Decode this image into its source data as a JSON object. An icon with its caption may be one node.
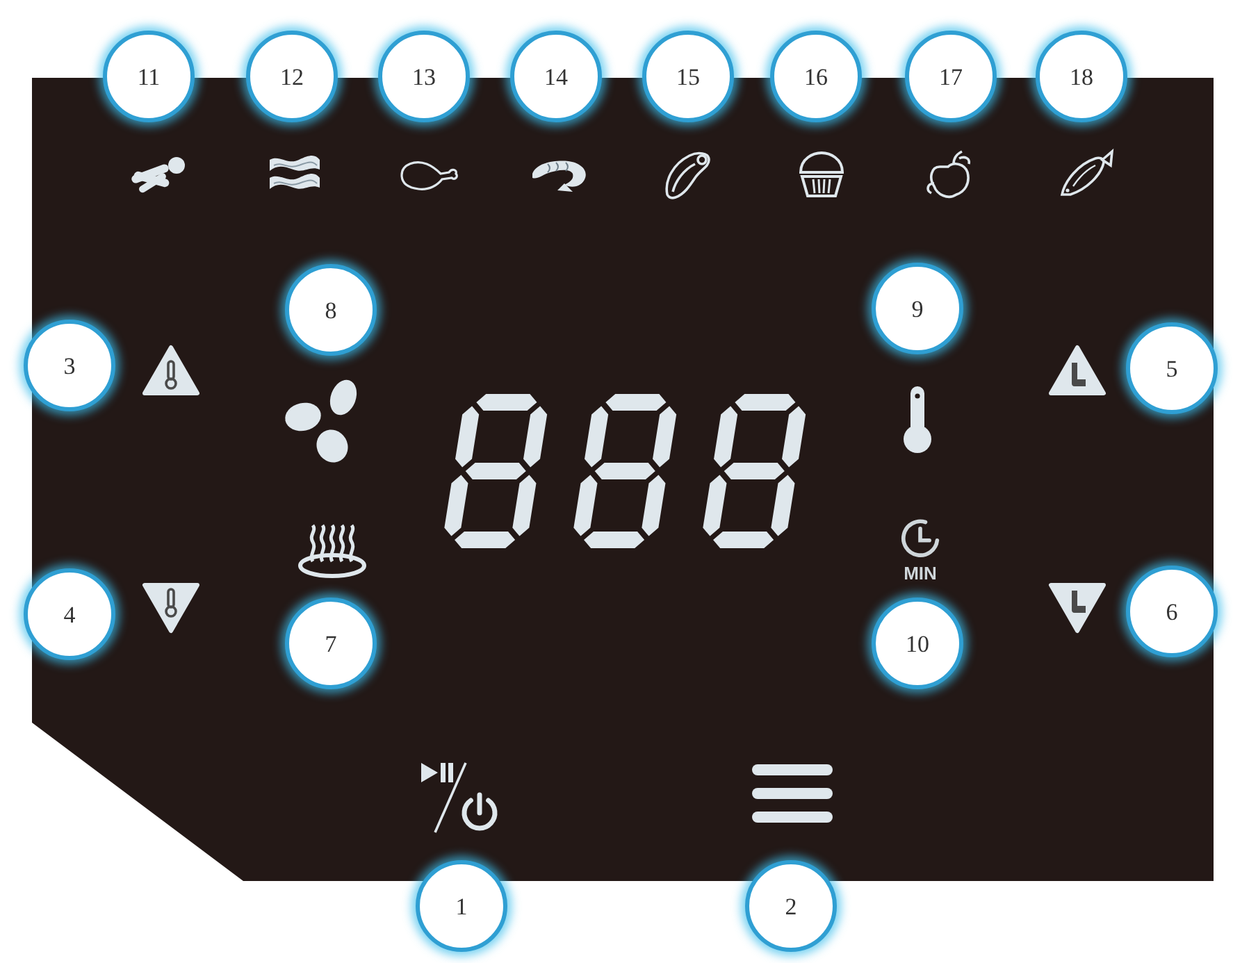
{
  "diagram": {
    "nodes": [
      {
        "text": [
          "11"
        ]
      },
      {
        "text": [
          "12"
        ]
      },
      {
        "text": [
          "13"
        ]
      },
      {
        "text": [
          "14"
        ]
      },
      {
        "text": [
          "15"
        ]
      },
      {
        "text": [
          "16"
        ]
      },
      {
        "text": [
          "17"
        ]
      },
      {
        "text": [
          "18"
        ]
      },
      {
        "text": [
          "8"
        ]
      },
      {
        "text": [
          "9"
        ]
      },
      {
        "text": [
          "3"
        ]
      },
      {
        "text": [
          "5"
        ]
      },
      {
        "text": [
          "4"
        ]
      },
      {
        "text": [
          "6"
        ]
      },
      {
        "text": [
          "7"
        ]
      },
      {
        "text": [
          "10"
        ]
      },
      {
        "text": [
          "1"
        ]
      },
      {
        "text": [
          "2"
        ]
      }
    ],
    "labels": [
      "MIN"
    ]
  }
}
